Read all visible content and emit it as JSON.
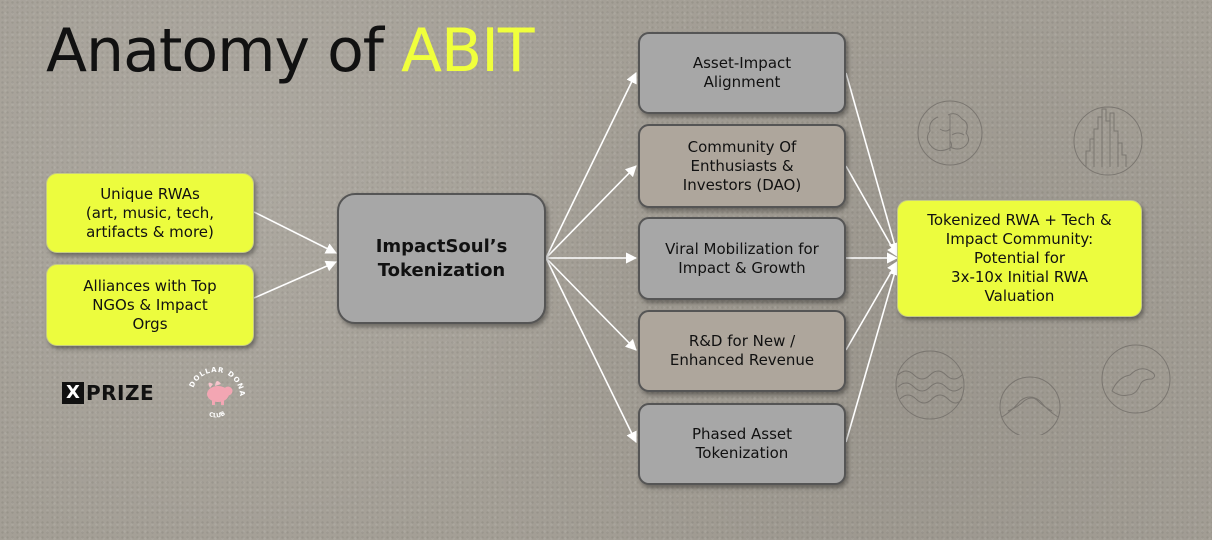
{
  "title": {
    "main": "Anatomy of ",
    "accent": "ABIT"
  },
  "inputs": [
    {
      "label": "Unique RWAs\n(art, music, tech,\nartifacts & more)"
    },
    {
      "label": "Alliances with Top\nNGOs & Impact\nOrgs"
    }
  ],
  "center": {
    "label": "ImpactSoul’s\nTokenization"
  },
  "pillars": [
    {
      "label": "Asset-Impact\nAlignment"
    },
    {
      "label": "Community Of\nEnthusiasts &\nInvestors (DAO)"
    },
    {
      "label": "Viral Mobilization for\nImpact & Growth"
    },
    {
      "label": "R&D for New /\nEnhanced Revenue"
    },
    {
      "label": "Phased Asset\nTokenization"
    }
  ],
  "outcome": {
    "label": "Tokenized RWA + Tech &\nImpact Community:\nPotential for\n3x-10x Initial RWA\nValuation"
  },
  "logos": {
    "xprize": {
      "mark": "X",
      "word": "PRIZE"
    },
    "dollar_donation_club": {
      "text": "DOLLAR DONATION CLUB",
      "color": "#f3a6b3"
    }
  },
  "colors": {
    "accent": "#f0ff3c",
    "box_yellow": "#ecfc3e",
    "box_gray": "#a7a7a7",
    "arrow": "#ffffff"
  }
}
